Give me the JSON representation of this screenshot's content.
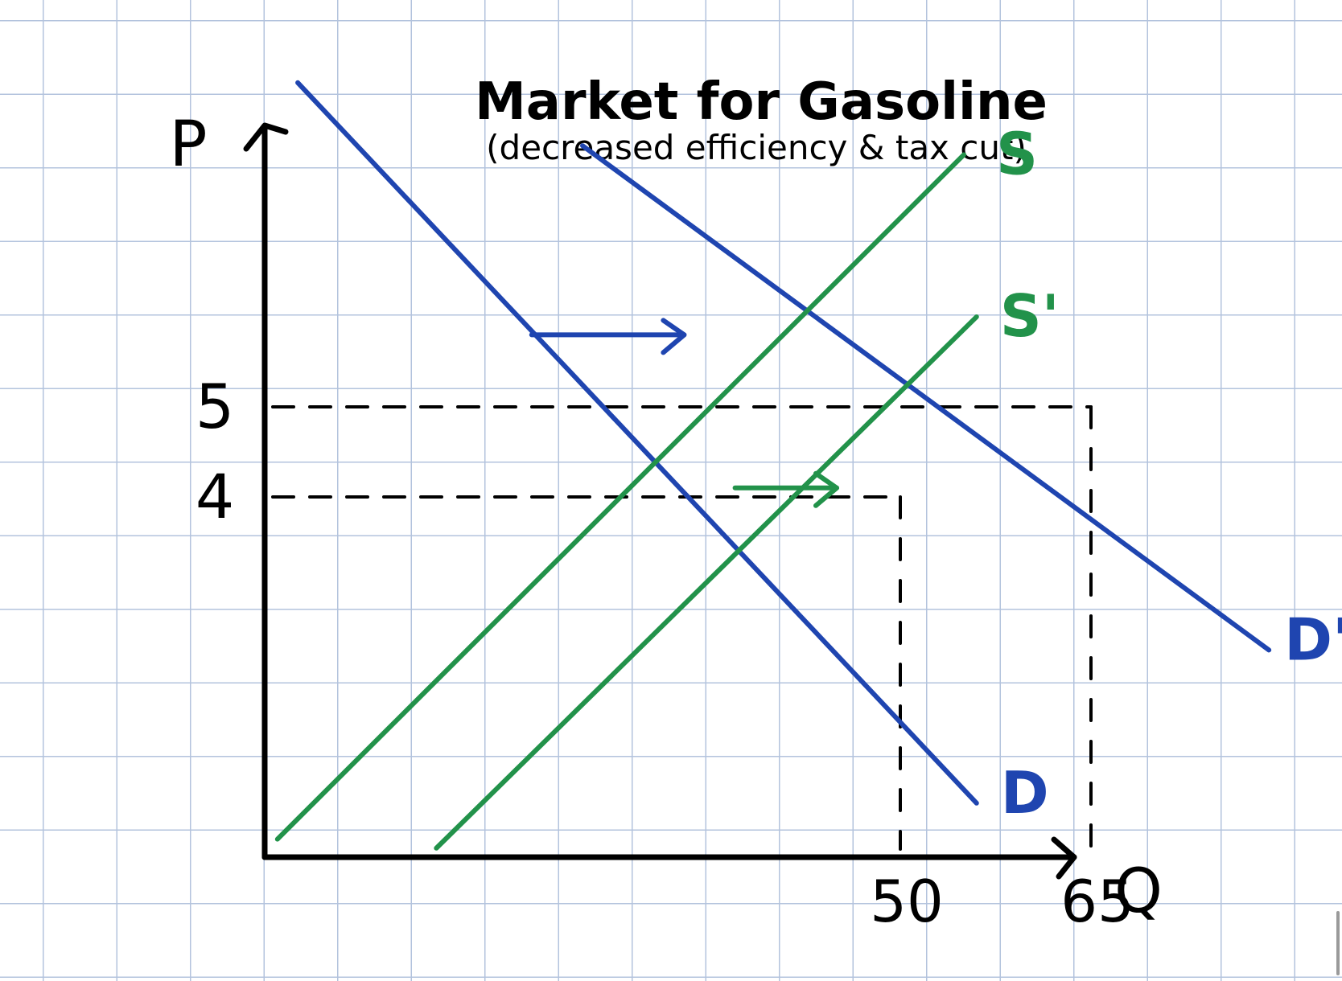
{
  "chart_data": {
    "type": "line",
    "title": "Market for Gasoline",
    "subtitle": "(decreased efficiency & tax cut)",
    "ylabel": "P",
    "xlabel": "Q",
    "y_ticks": [
      {
        "value": 5,
        "label": "5"
      },
      {
        "value": 4,
        "label": "4"
      }
    ],
    "x_ticks": [
      {
        "value": 50,
        "label": "50"
      },
      {
        "value": 65,
        "label": "65"
      }
    ],
    "series": [
      {
        "name": "D",
        "color": "#1f45b0",
        "x": [
          2.6,
          56
        ],
        "y": [
          8.6,
          0.6
        ]
      },
      {
        "name": "D'",
        "color": "#1f45b0",
        "x": [
          25,
          79
        ],
        "y": [
          7.9,
          2.3
        ]
      },
      {
        "name": "S",
        "color": "#22924a",
        "x": [
          1,
          55
        ],
        "y": [
          0.2,
          7.8
        ]
      },
      {
        "name": "S'",
        "color": "#22924a",
        "x": [
          13.5,
          56
        ],
        "y": [
          0.1,
          6.0
        ]
      }
    ],
    "shift_arrows": [
      {
        "color": "#1f45b0",
        "from": [
          21,
          5.8
        ],
        "to": [
          33,
          5.8
        ]
      },
      {
        "color": "#22924a",
        "from": [
          37,
          4.1
        ],
        "to": [
          45,
          4.1
        ]
      }
    ],
    "equilibria": [
      {
        "x": 50,
        "y": 4
      },
      {
        "x": 65,
        "y": 5
      }
    ],
    "grid": true,
    "axis_color": "#000000",
    "reference_line_style": "dashed"
  }
}
